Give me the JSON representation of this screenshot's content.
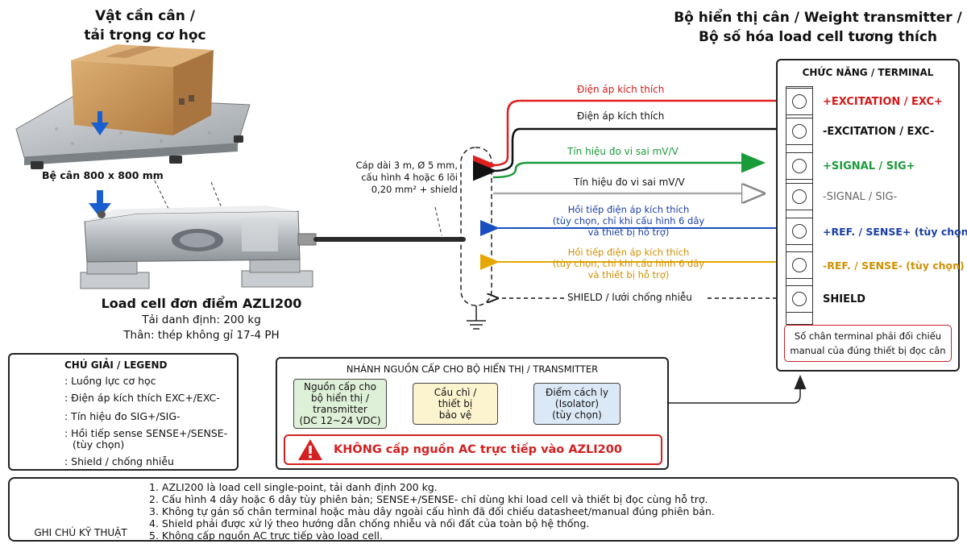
{
  "titles": {
    "load_line1": "Vật cần cân /",
    "load_line2": "tải trọng cơ học",
    "transmitter_line1": "Bộ hiển thị cân / Weight transmitter /",
    "transmitter_line2": "Bộ số hóa load cell tương thích"
  },
  "platform_label": "Bệ cân 800 x 800 mm",
  "loadcell": {
    "name": "Load cell đơn điểm AZLI200",
    "capacity": "Tải danh định: 200 kg",
    "material": "Thân: thép không gỉ 17-4 PH"
  },
  "cable": {
    "line1": "Cáp dài 3 m, Ø 5 mm,",
    "line2": "cấu hình 4 hoặc 6 lõi",
    "line3": "0,20 mm² + shield"
  },
  "wires": [
    {
      "label": "Điện áp kích thích",
      "color": "#e02020"
    },
    {
      "label": "Điện áp kích thích",
      "color": "#111111"
    },
    {
      "label": "Tín hiệu đo vi sai mV/V",
      "color": "#1a9b3a"
    },
    {
      "label": "Tín hiệu đo vi sai mV/V",
      "color": "#aaaaaa"
    },
    {
      "label1": "Hồi tiếp điện áp kích thích",
      "label2": "(tùy chọn, chỉ khi cấu hình 6 dây",
      "label3": "và thiết bị hỗ trợ)",
      "color": "#1a4fc0"
    },
    {
      "label1": "Hồi tiếp điện áp kích thích",
      "label2": "(tùy chọn, chỉ khi cấu hình 6 dây",
      "label3": "và thiết bị hỗ trợ)",
      "color": "#e6a800"
    },
    {
      "label": "SHIELD / lưới chống nhiễu",
      "color": "#111111"
    }
  ],
  "terminal": {
    "header": "CHỨC NĂNG / TERMINAL",
    "rows": [
      {
        "label": "+EXCITATION / EXC+",
        "color": "#d41818"
      },
      {
        "label": "-EXCITATION / EXC-",
        "color": "#111111"
      },
      {
        "label": "+SIGNAL / SIG+",
        "color": "#1a9b3a"
      },
      {
        "label": "-SIGNAL / SIG-",
        "color": "#666666"
      },
      {
        "label": "+REF. / SENSE+ (tùy chọn)",
        "color": "#1a3fa8"
      },
      {
        "label": "-REF. / SENSE- (tùy chọn)",
        "color": "#d09000"
      },
      {
        "label": "SHIELD",
        "color": "#111111"
      }
    ],
    "note_line1": "Số chân terminal phải đối chiếu",
    "note_line2": "manual của đúng thiết bị đọc cân"
  },
  "legend": {
    "title": "CHÚ GIẢI / LEGEND",
    "items": [
      {
        "label": ": Luồng lực cơ học"
      },
      {
        "label": ": Điện áp kích thích EXC+/EXC-"
      },
      {
        "label": ": Tín hiệu đo SIG+/SIG-"
      },
      {
        "label": ": Hồi tiếp sense SENSE+/SENSE-"
      },
      {
        "label": "(tùy chọn)"
      },
      {
        "label": ": Shield / chống nhiễu"
      }
    ]
  },
  "power": {
    "title": "NHÁNH NGUỒN CẤP CHO BỘ HIỂN THỊ / TRANSMITTER",
    "supply": [
      "Nguồn cấp cho",
      "bộ hiển thị /",
      "transmitter",
      "(DC 12~24 VDC)"
    ],
    "fuse": [
      "Cầu chì /",
      "thiết bị",
      "bảo vệ"
    ],
    "isolator": [
      "Điểm cách ly",
      "(Isolator)",
      "(tùy chọn)"
    ],
    "warning": "KHÔNG cấp nguồn AC trực tiếp vào AZLI200"
  },
  "notes": {
    "title": "GHI CHÚ KỸ THUẬT",
    "items": [
      "1.    AZLI200 là load cell single-point, tải danh định 200 kg.",
      "2.    Cấu hình 4 dây hoặc 6 dây tùy phiên bản; SENSE+/SENSE- chỉ dùng khi load cell và thiết bị đọc cùng hỗ trợ.",
      "3.    Không tự gán số chân terminal hoặc màu dây ngoài cấu hình đã đối chiếu datasheet/manual đúng phiên bản.",
      "4.    Shield phải được xử lý theo hướng dẫn chống nhiễu và nối đất của toàn bộ hệ thống.",
      "5.    Không cấp nguồn AC trực tiếp vào load cell."
    ]
  }
}
